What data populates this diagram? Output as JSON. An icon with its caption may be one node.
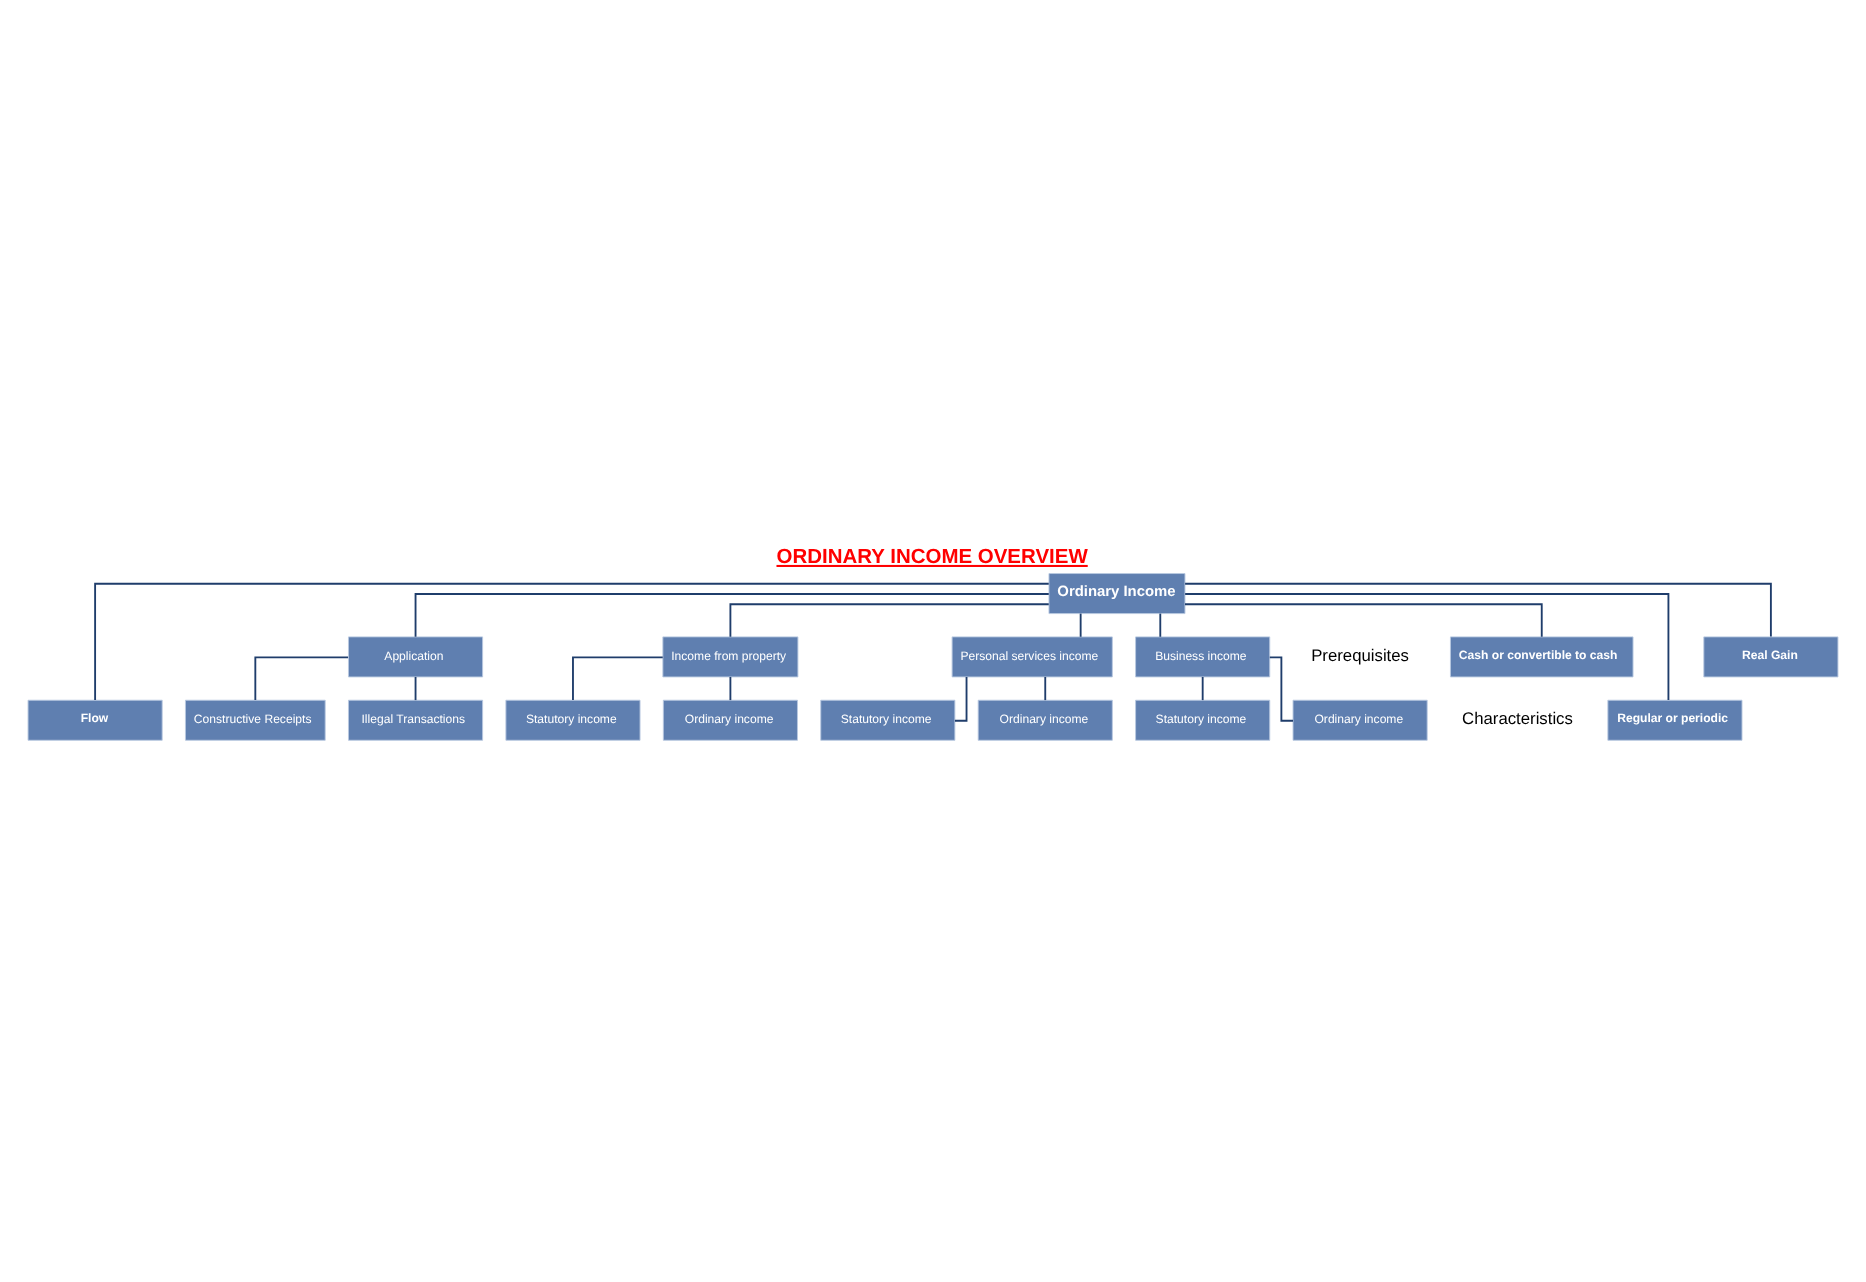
{
  "diagram": {
    "title": "ORDINARY INCOME OVERVIEW",
    "nodes": [
      {
        "text": [
          "Ordinary Income"
        ]
      },
      {
        "text": [
          "Cash or convertible to cash"
        ]
      },
      {
        "text": [
          "Real Gain"
        ]
      },
      {
        "text": [
          "Regular or periodic"
        ]
      },
      {
        "text": [
          "Flow"
        ]
      },
      {
        "text": [
          "Application"
        ]
      },
      {
        "text": [
          "Income from property"
        ]
      },
      {
        "text": [
          "Personal services income"
        ]
      },
      {
        "text": [
          "Business income"
        ]
      },
      {
        "text": [
          "Illegal Transactions"
        ]
      },
      {
        "text": [
          "Constructive Receipts"
        ]
      },
      {
        "text": [
          "Ordinary income"
        ]
      },
      {
        "text": [
          "Statutory income"
        ]
      },
      {
        "text": [
          "Ordinary income"
        ]
      },
      {
        "text": [
          "Statutory income"
        ]
      },
      {
        "text": [
          "Ordinary income"
        ]
      },
      {
        "text": [
          "Statutory income"
        ]
      }
    ],
    "edges": [
      {
        "from": 0,
        "to": 1,
        "arrow": "none"
      },
      {
        "from": 0,
        "to": 2,
        "arrow": "none"
      },
      {
        "from": 0,
        "to": 3,
        "arrow": "none"
      },
      {
        "from": 0,
        "to": 4,
        "arrow": "none"
      },
      {
        "from": 0,
        "to": 5,
        "arrow": "none"
      },
      {
        "from": 0,
        "to": 6,
        "arrow": "none"
      },
      {
        "from": 0,
        "to": 7,
        "arrow": "none"
      },
      {
        "from": 0,
        "to": 8,
        "arrow": "none"
      },
      {
        "from": 5,
        "to": 9,
        "arrow": "none"
      },
      {
        "from": 5,
        "to": 10,
        "arrow": "none"
      },
      {
        "from": 6,
        "to": 11,
        "arrow": "none"
      },
      {
        "from": 6,
        "to": 12,
        "arrow": "none"
      },
      {
        "from": 7,
        "to": 13,
        "arrow": "none"
      },
      {
        "from": 7,
        "to": 14,
        "arrow": "none"
      },
      {
        "from": 8,
        "to": 15,
        "arrow": "none"
      },
      {
        "from": 8,
        "to": 16,
        "arrow": "none"
      }
    ],
    "labels": [
      "Prerequisites",
      "Characteristics"
    ]
  }
}
